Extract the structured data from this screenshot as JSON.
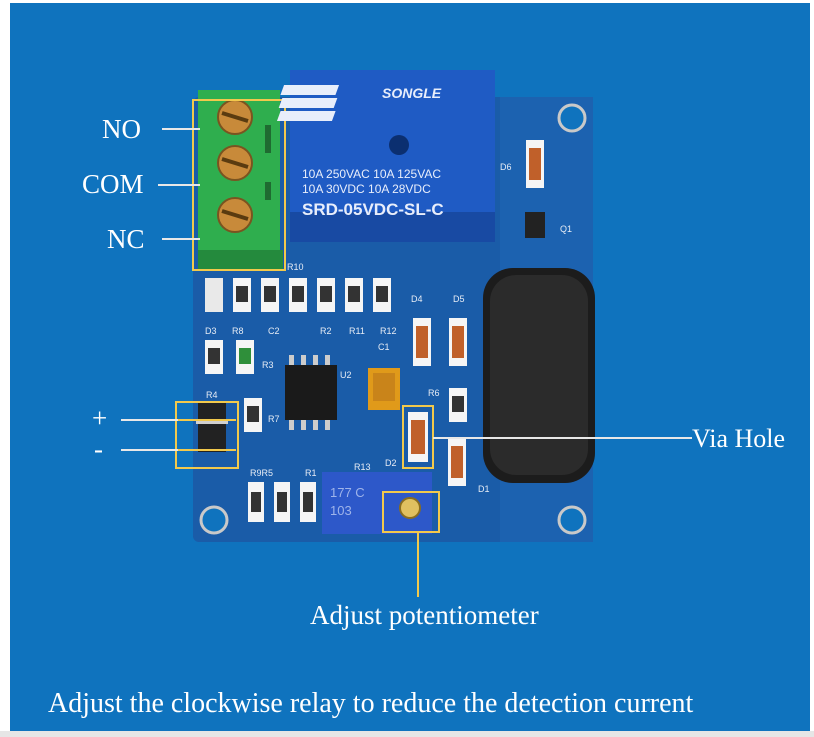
{
  "labels": {
    "no": "NO",
    "com": "COM",
    "nc": "NC",
    "plus": "+",
    "minus": "-",
    "via_hole": "Via Hole",
    "adjust_pot": "Adjust potentiometer"
  },
  "caption": "Adjust the clockwise relay to reduce the detection current",
  "relay": {
    "brand": "SONGLE",
    "rating_line1": "10A 250VAC  10A 125VAC",
    "rating_line2": "10A  30VDC  10A  28VDC",
    "model": "SRD-05VDC-SL-C"
  },
  "silkscreen": [
    "D6",
    "Q1",
    "D4",
    "D5",
    "D3",
    "R8",
    "C2",
    "R2",
    "R11",
    "R12",
    "C1",
    "R3",
    "U2",
    "R6",
    "R4",
    "R7",
    "D2",
    "D1",
    "R9R5",
    "R1",
    "R13",
    "R10"
  ],
  "potentiometer": {
    "line1": "177 C",
    "line2": "103"
  },
  "colors": {
    "background": "#0f73be",
    "pcb": "#1a5ca8",
    "terminal": "#2fae4e",
    "relay": "#1f5bc4",
    "callout_line": "#f2c94c"
  }
}
